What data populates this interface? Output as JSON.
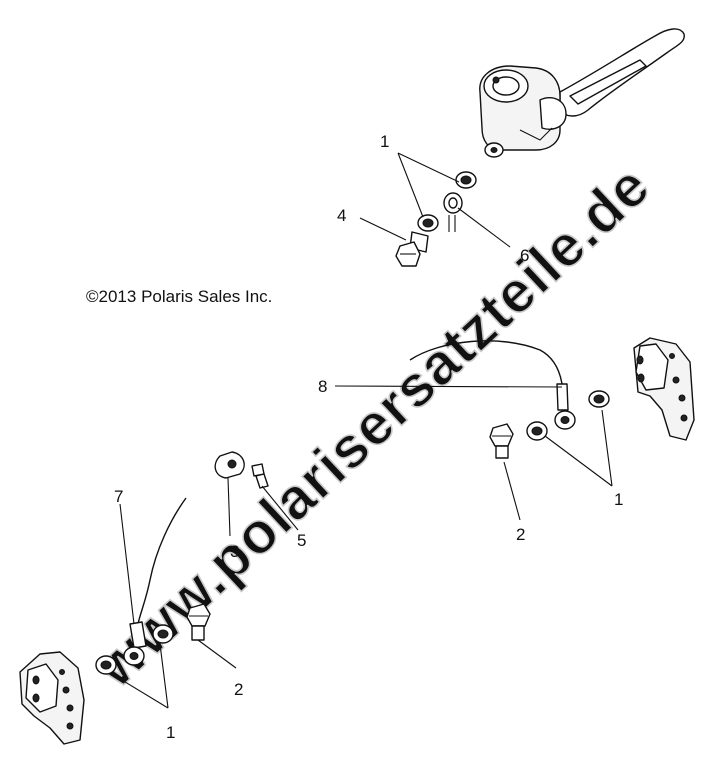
{
  "copyright": "©2013 Polaris Sales Inc.",
  "watermark": "www.polarisersatzteile.de",
  "callouts": {
    "top_washer_1": "1",
    "top_bolt_4": "4",
    "top_washer_6": "6",
    "hose_8": "8",
    "right_washers_1": "1",
    "right_bolt_2": "2",
    "clip_3": "3",
    "screw_5": "5",
    "hose_7": "7",
    "left_bolt_2": "2",
    "left_washers_1": "1"
  }
}
